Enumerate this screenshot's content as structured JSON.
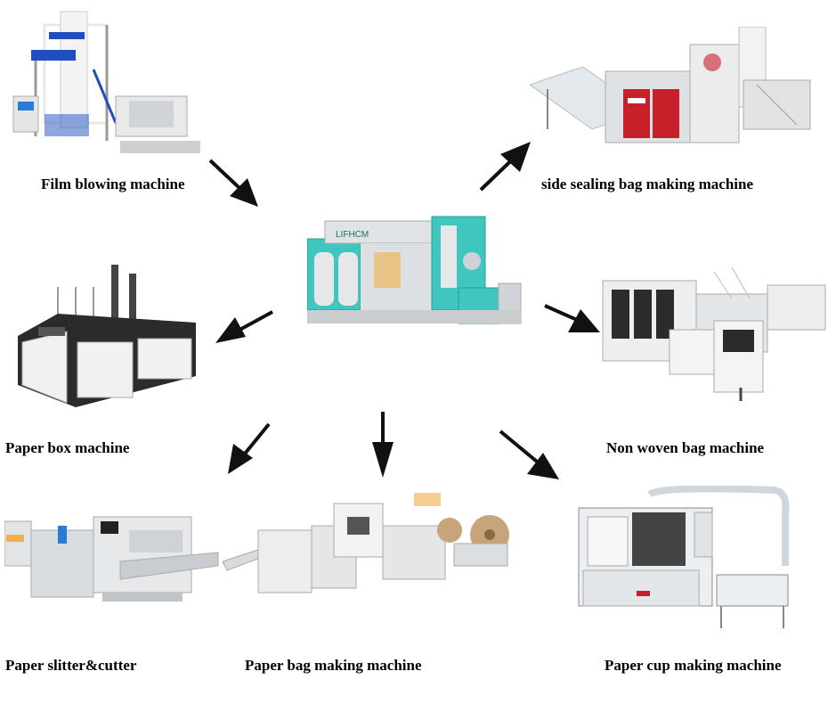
{
  "labels": {
    "film_blowing": "Film blowing machine",
    "side_sealing": "side sealing bag making machine",
    "paper_box": "Paper box machine",
    "non_woven": "Non woven bag machine",
    "paper_slitter": "Paper slitter&cutter",
    "paper_bag": "Paper bag making machine",
    "paper_cup": "Paper cup making machine"
  },
  "center": {
    "brand_text": "LIFHCM"
  },
  "colors": {
    "arrow": "#111111",
    "teal": "#3fc7bf",
    "red": "#c8202a",
    "blue": "#1f4fbf",
    "machine_gray": "#d9dde0"
  }
}
